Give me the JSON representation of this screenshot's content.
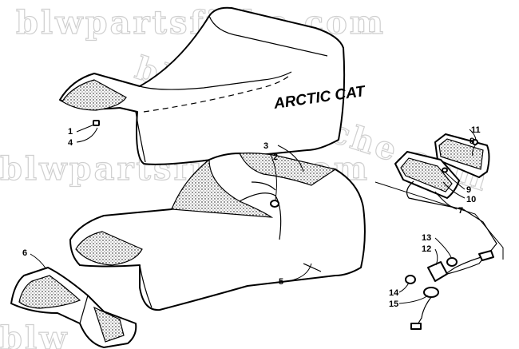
{
  "watermark": {
    "text_1": "blwpartsfiche.com",
    "text_2": "blwpartsfiche.com",
    "text_3": "blwpartsfiche.com",
    "text_4": "blw"
  },
  "brand_text": "ARCTIC CAT",
  "callouts": {
    "c1": "1",
    "c2": "2",
    "c3": "3",
    "c4": "4",
    "c5": "5",
    "c6": "6",
    "c7": "7",
    "c8": "8",
    "c9": "9",
    "c10": "10",
    "c11": "11",
    "c12": "12",
    "c13": "13",
    "c14": "14",
    "c15": "15"
  }
}
